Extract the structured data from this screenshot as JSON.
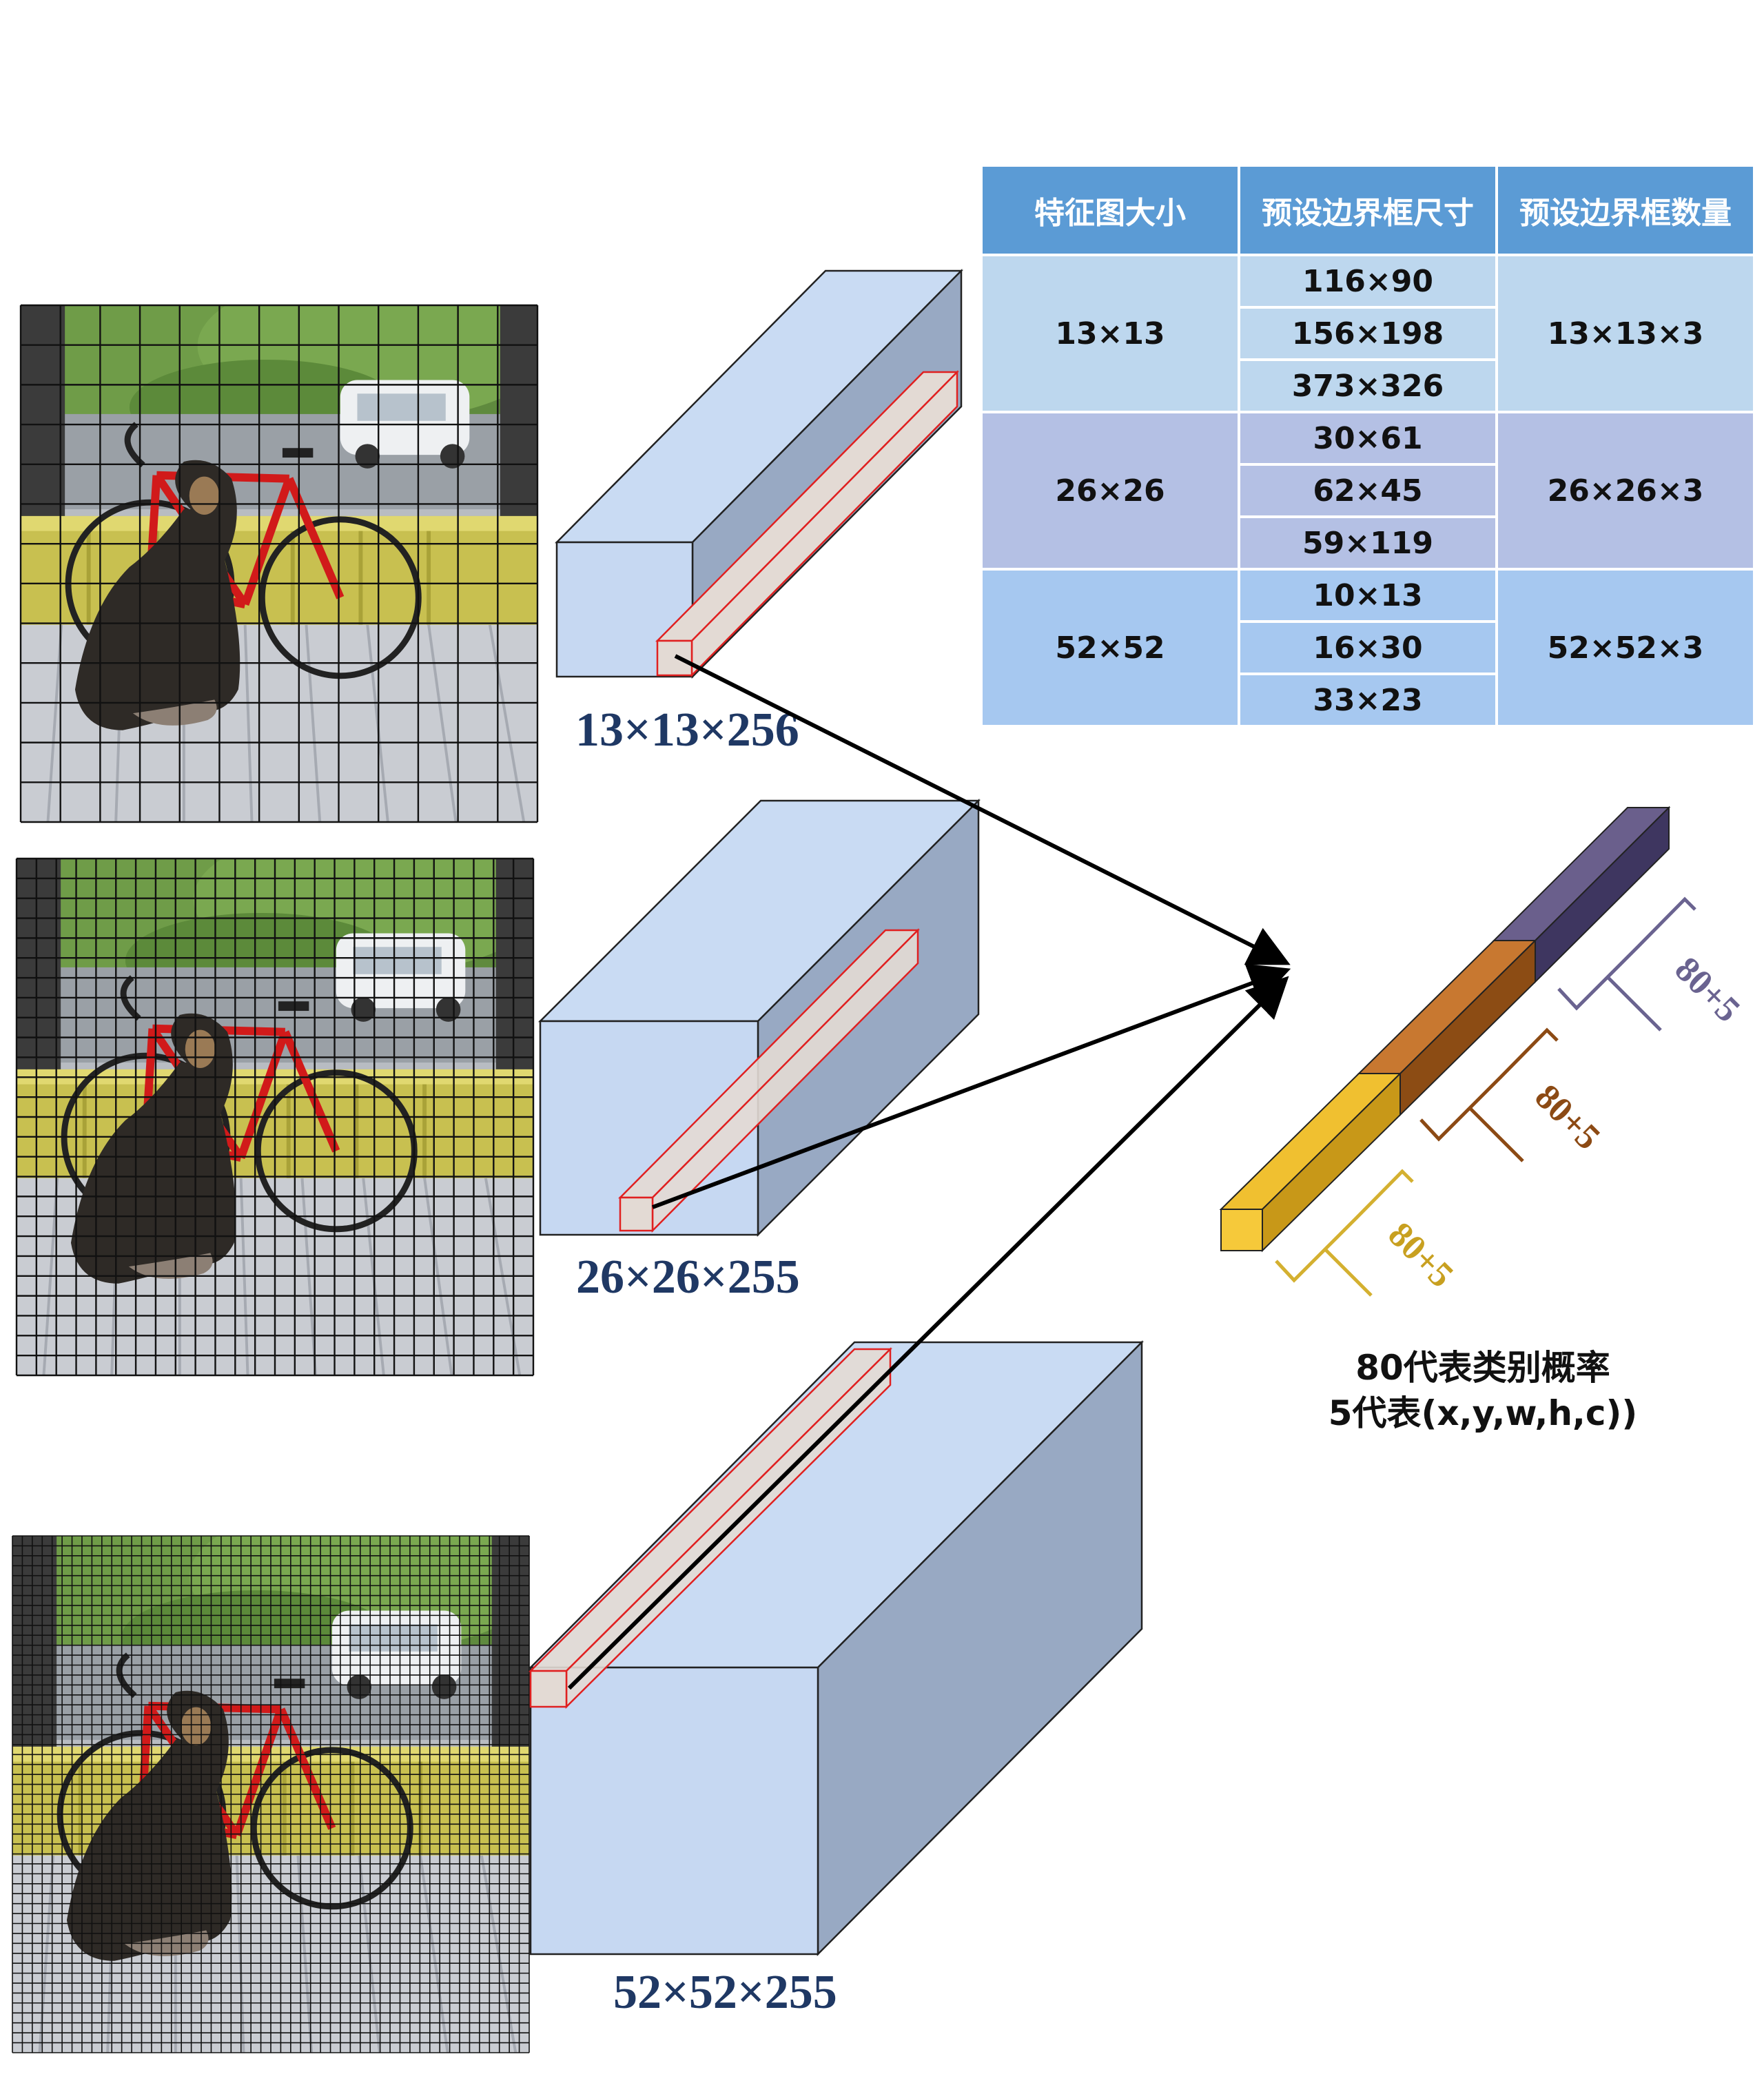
{
  "table": {
    "colors": {
      "header": "#5b9bd5",
      "group1": "#bdd7ee",
      "group2": "#b4c0e4",
      "group3": "#a6c8f0"
    },
    "headers": [
      "特征图大小",
      "预设边界框尺寸",
      "预设边界框数量"
    ],
    "groups": [
      {
        "size": "13×13",
        "anchors": [
          "116×90",
          "156×198",
          "373×326"
        ],
        "count": "13×13×3"
      },
      {
        "size": "26×26",
        "anchors": [
          "30×61",
          "62×45",
          "59×119"
        ],
        "count": "26×26×3"
      },
      {
        "size": "52×52",
        "anchors": [
          "10×13",
          "16×30",
          "33×23"
        ],
        "count": "52×52×3"
      }
    ]
  },
  "feature_maps": [
    {
      "label": "13×13×256"
    },
    {
      "label": "26×26×255"
    },
    {
      "label": "52×52×255"
    }
  ],
  "grids": [
    {
      "divisions": 13
    },
    {
      "divisions": 26
    },
    {
      "divisions": 52
    }
  ],
  "output_vector": {
    "segments": [
      {
        "label": "80+5",
        "color": "#f0c030",
        "dark": "#c89818",
        "text_color": "#c8a020"
      },
      {
        "label": "80+5",
        "color": "#c87830",
        "dark": "#8c4c14",
        "text_color": "#8c4a14"
      },
      {
        "label": "80+5",
        "color": "#6a5f8c",
        "dark": "#3e3660",
        "text_color": "#6a6390"
      }
    ]
  },
  "caption": {
    "line1": "80代表类别概率",
    "line2": "5代表(x,y,w,h,c))"
  },
  "colors": {
    "box_front": "#c6d8f2",
    "box_side": "#98a9c3",
    "box_top": "#c9dbf3",
    "strip": "#e3dad4",
    "strip_border": "#e02020",
    "label_navy": "#1f3864"
  }
}
